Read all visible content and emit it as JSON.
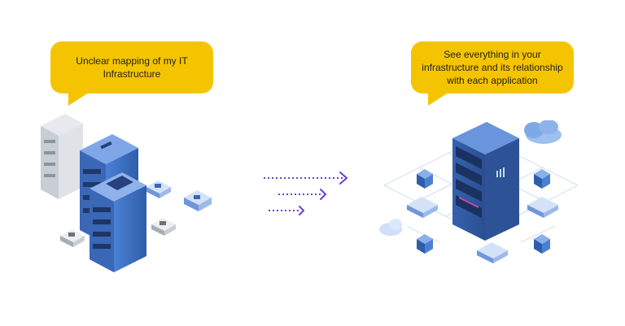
{
  "left_panel": {
    "bubble_line1": "Unclear mapping of my IT",
    "bubble_line2": "Infrastructure"
  },
  "right_panel": {
    "bubble_line1": "See everything in your",
    "bubble_line2": "infrastructure and its relationship",
    "bubble_line3": "with each application"
  },
  "colors": {
    "bubble": "#f5c400",
    "arrow": "#6a3fd6",
    "server_blue": "#3f72c4",
    "server_dark": "#27427a",
    "server_gray": "#bfc4cc"
  },
  "icons": [
    "left-server-cluster-icon",
    "arrows-icon",
    "right-datacenter-icon",
    "cloud-icon"
  ]
}
